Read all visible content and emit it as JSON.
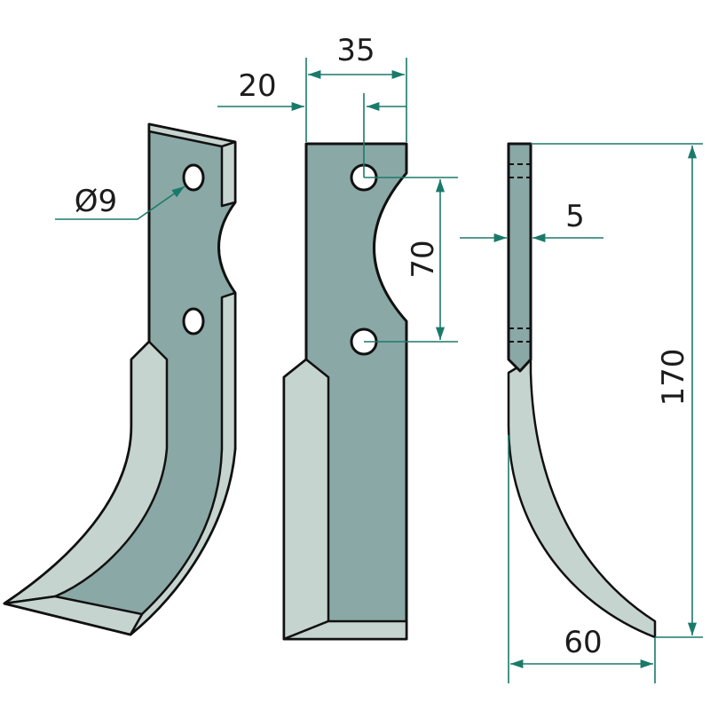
{
  "dimensions": {
    "hole_diameter": "Ø9",
    "offset": "20",
    "width": "35",
    "hole_spacing": "70",
    "thickness": "5",
    "height": "170",
    "bend_offset": "60"
  },
  "colors": {
    "blade": "#8aa8a5",
    "bevel": "#c6d4d0",
    "dimension": "#1a7a6a"
  }
}
